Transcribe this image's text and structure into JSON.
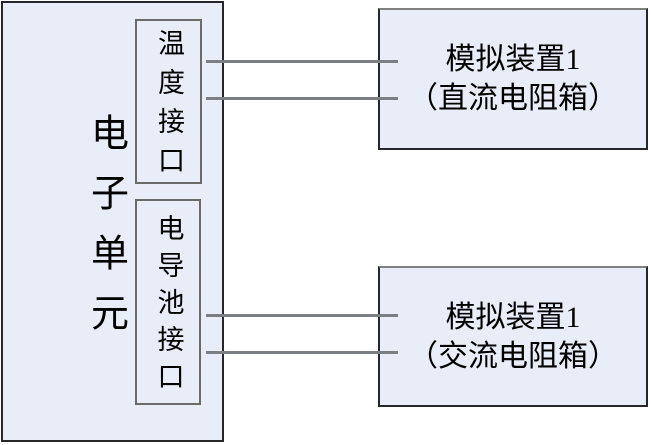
{
  "diagram": {
    "left_unit": {
      "label": "电子单元",
      "interfaces": [
        {
          "label": "温度接口"
        },
        {
          "label": "电导池接口"
        }
      ]
    },
    "right_devices": [
      {
        "line1": "模拟装置1",
        "line2": "（直流电阻箱）"
      },
      {
        "line1": "模拟装置1",
        "line2": "（交流电阻箱）"
      }
    ],
    "connections": [
      {
        "from": "温度接口",
        "to": "模拟装置1（直流电阻箱）",
        "wires": 2
      },
      {
        "from": "电导池接口",
        "to": "模拟装置1（交流电阻箱）",
        "wires": 2
      }
    ],
    "colors": {
      "box_fill": "#e9edf8",
      "outer_border": "#26262c",
      "inner_border": "#6a6a6a",
      "connector": "#7b7e83"
    }
  }
}
